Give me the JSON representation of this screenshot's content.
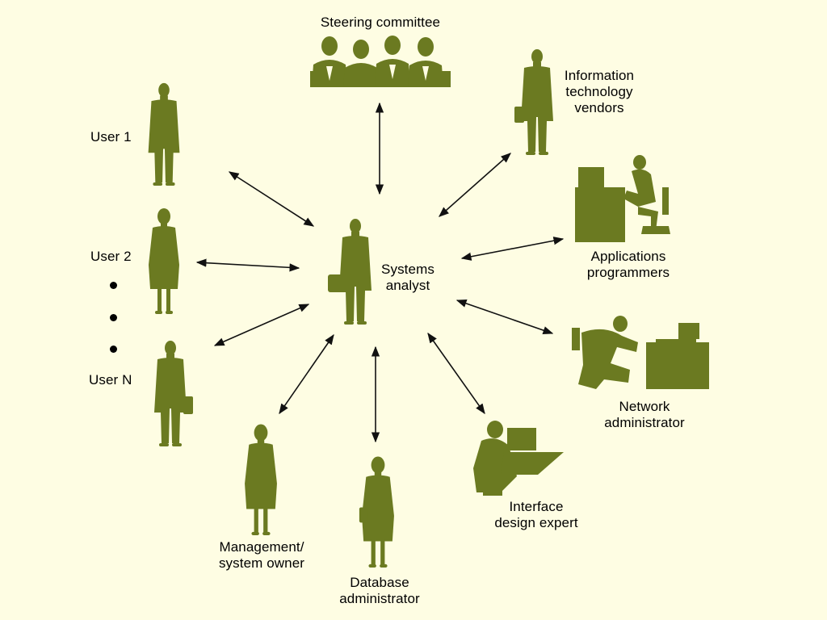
{
  "colors": {
    "background": "#fefde3",
    "figure_fill": "#6b7a21",
    "figure_dark": "#4e5a16",
    "arrow": "#111111"
  },
  "center": {
    "label": "Systems\nanalyst"
  },
  "roles": {
    "steering_committee": "Steering committee",
    "it_vendors": "Information\ntechnology\nvendors",
    "user1": "User 1",
    "user2": "User 2",
    "usern": "User N",
    "applications_programmers": "Applications\nprogrammers",
    "network_administrator": "Network\nadministrator",
    "interface_design_expert": "Interface\ndesign expert",
    "database_administrator": "Database\nadministrator",
    "management_system_owner": "Management/\nsystem owner"
  },
  "ellipsis": "vertical three dots between User 2 and User N"
}
